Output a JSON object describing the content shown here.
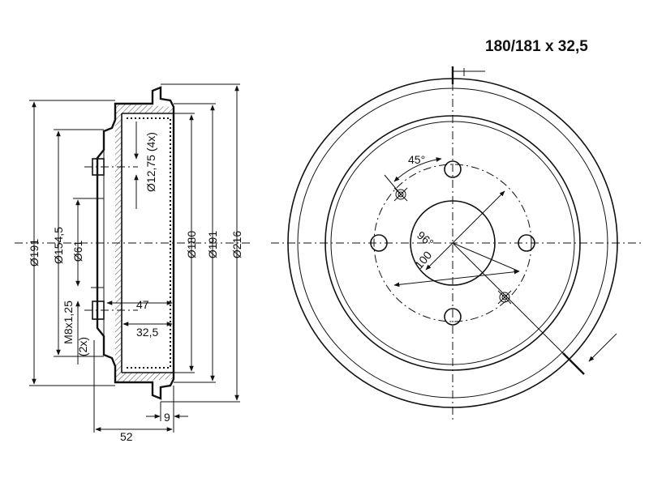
{
  "title": "180/181 x 32,5",
  "side_view": {
    "dim_d191_left": "Ø191",
    "dim_d154_5": "Ø154,5",
    "dim_d61": "Ø61",
    "dim_thread": "M8x1,25",
    "dim_thread_count": "(2x)",
    "dim_hole": "Ø12,75 (4x)",
    "dim_d180": "Ø180",
    "dim_d191_right": "Ø191",
    "dim_d216": "Ø216",
    "dim_47": "47",
    "dim_32_5": "32,5",
    "dim_52": "52",
    "dim_9": "9"
  },
  "front_view": {
    "angle_label": "45°",
    "pcd_96": "96°",
    "pcd_100": "100"
  }
}
